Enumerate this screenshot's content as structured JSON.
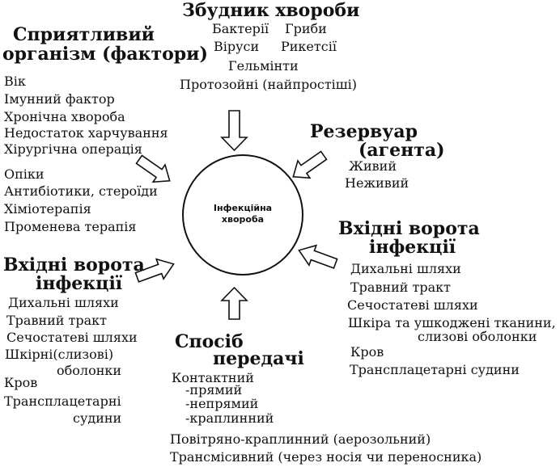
{
  "center": {
    "line1": "Інфекційна",
    "line2": "хвороба"
  },
  "agent": {
    "title": "Збудник хвороби",
    "row1a": "Бактерії",
    "row1b": "Гриби",
    "row2a": "Віруси",
    "row2b": "Рикетсії",
    "row3": "Гельмінти",
    "row4": "Протозойні (найпростіші)"
  },
  "host": {
    "title1": "Сприятливий",
    "title2": "організм (фактори)",
    "items": [
      "Вік",
      "Імунний фактор",
      "Хронічна хвороба",
      "Недостаток харчування",
      "Хірургічна операція",
      "Опіки",
      "Антибіотики, стероїди",
      "Хіміотерапія",
      "Променева терапія"
    ]
  },
  "reservoir": {
    "title1": "Резервуар",
    "title2": "(агента)",
    "items": [
      "Живий",
      "Неживий"
    ]
  },
  "portal_left": {
    "title1": "Вхідні ворота",
    "title2": "інфекції",
    "items": [
      "Дихальні шляхи",
      "Травний тракт",
      "Сечостатеві шляхи",
      "Шкірні(слизові)",
      "оболонки",
      "Кров",
      "Трансплацетарні",
      "судини"
    ]
  },
  "portal_right": {
    "title1": "Вхідні ворота",
    "title2": "інфекції",
    "items": [
      "Дихальні шляхи",
      "Травний тракт",
      "Сечостатеві шляхи",
      "Шкіра та ушкоджені тканини,",
      "слизові оболонки",
      "Кров",
      "Трансплацетарні судини"
    ]
  },
  "transmission": {
    "title1": "Спосіб",
    "title2": "передачі",
    "items": [
      "Контактний",
      "-прямий",
      "-непрямий",
      "-краплинний",
      "Повітряно-краплинний (аерозольний)",
      "Трансмісивний (через носія чи переносника)"
    ]
  }
}
